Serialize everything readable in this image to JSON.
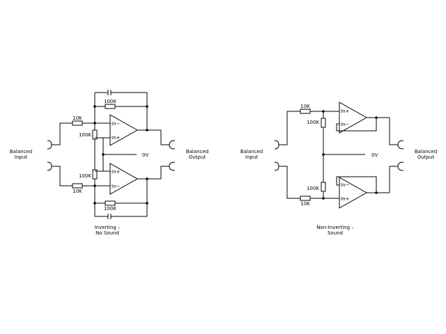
{
  "left": {
    "input_label": [
      "Balanced",
      "Input"
    ],
    "output_label": [
      "Balanced",
      "Output"
    ],
    "ground_label": "0V",
    "r_in_top": "10K",
    "r_in_bottom": "10K",
    "r_bias_top": "100K",
    "r_bias_bottom": "100K",
    "r_fb_top": "100K",
    "r_fb_bottom": "100K",
    "opamp_top_inputs": [
      "In−",
      "In+"
    ],
    "opamp_bottom_inputs": [
      "In+",
      "In−"
    ],
    "caption": [
      "Inverting  –",
      "No Sound"
    ]
  },
  "right": {
    "input_label": [
      "Balanced",
      "Input"
    ],
    "output_label": [
      "Balanced",
      "Output"
    ],
    "ground_label": "0V",
    "r_in_top": "10K",
    "r_in_bottom": "10K",
    "r_bias_top": "100K",
    "r_bias_bottom": "100K",
    "opamp_top_inputs": [
      "In+",
      "In−"
    ],
    "opamp_bottom_inputs": [
      "In−",
      "In+"
    ],
    "caption": [
      "Non-Inverting  –",
      "Sound"
    ]
  }
}
